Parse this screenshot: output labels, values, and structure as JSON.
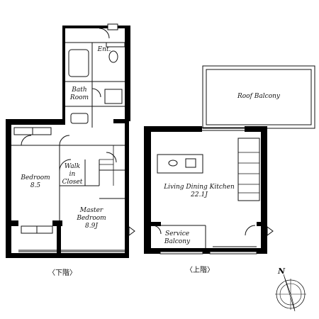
{
  "lower_floor": {
    "caption": "〈下階〉",
    "rooms": {
      "bath": "Bath\nRoom",
      "entrance": "Ent.",
      "bedroom": "Bedroom\n8.5",
      "walk_in_closet": "Walk\nin\nCloset",
      "master_bedroom": "Master\nBedroom\n8.9J"
    }
  },
  "upper_floor": {
    "caption": "〈上階〉",
    "rooms": {
      "roof_balcony": "Roof Balcony",
      "ldk": "Living Dining Kitchen\n22.1J",
      "service_balcony": "Service\nBalcony"
    }
  },
  "compass": {
    "north": "N"
  },
  "colors": {
    "wall": "#000000",
    "line": "#111111",
    "background": "#ffffff"
  }
}
